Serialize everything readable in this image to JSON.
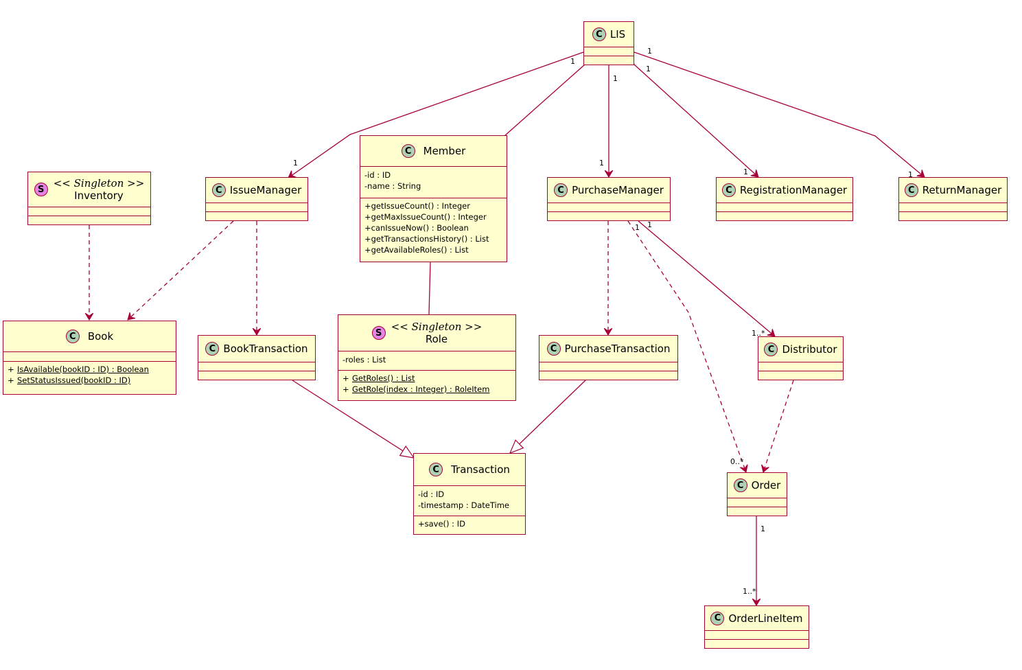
{
  "classes": {
    "lis": {
      "name": "LIS"
    },
    "issue_manager": {
      "name": "IssueManager"
    },
    "member": {
      "name": "Member",
      "attributes": [
        "-id : ID",
        "-name : String"
      ],
      "methods": [
        "+getIssueCount() : Integer",
        "+getMaxIssueCount() : Integer",
        "+canIssueNow() : Boolean",
        "+getTransactionsHistory() : List",
        "+getAvailableRoles() : List"
      ]
    },
    "purchase_manager": {
      "name": "PurchaseManager"
    },
    "registration_manager": {
      "name": "RegistrationManager"
    },
    "return_manager": {
      "name": "ReturnManager"
    },
    "inventory": {
      "stereotype": "<< Singleton >>",
      "name": "Inventory"
    },
    "book": {
      "name": "Book",
      "methods": [
        {
          "vis": "+",
          "text": "IsAvailable(bookID : ID) : Boolean"
        },
        {
          "vis": "+",
          "text": "SetStatusIssued(bookID : ID)"
        }
      ]
    },
    "book_transaction": {
      "name": "BookTransaction"
    },
    "role": {
      "stereotype": "<< Singleton >>",
      "name": "Role",
      "attributes": [
        "-roles : List"
      ],
      "methods": [
        {
          "vis": "+",
          "text": "GetRoles() : List"
        },
        {
          "vis": "+",
          "text": "GetRole(index : Integer) : RoleItem"
        }
      ]
    },
    "purchase_transaction": {
      "name": "PurchaseTransaction"
    },
    "distributor": {
      "name": "Distributor"
    },
    "transaction": {
      "name": "Transaction",
      "attributes": [
        "-id : ID",
        "-timestamp : DateTime"
      ],
      "methods": [
        "+save() : ID"
      ]
    },
    "order": {
      "name": "Order"
    },
    "order_line_item": {
      "name": "OrderLineItem"
    }
  },
  "badges": {
    "class": "C",
    "singleton": "S"
  },
  "multiplicities": {
    "lis_issue_src": "1",
    "lis_issue_dst": "1",
    "lis_purchase_src": "1",
    "lis_purchase_dst": "1",
    "lis_registration_src": "1",
    "lis_registration_dst": "1",
    "lis_return_src": "1",
    "lis_return_dst": "1",
    "purchase_distributor_src": "1",
    "purchase_distributor_dst": "1..*",
    "purchase_order_src": "1",
    "purchase_order_dst": "0..*",
    "order_line_src": "1",
    "order_line_dst": "1..*"
  },
  "colors": {
    "line": "#A80036",
    "fill": "#FEFECE",
    "class_badge": "#ADD1B2",
    "singleton_badge": "#E383E3"
  }
}
